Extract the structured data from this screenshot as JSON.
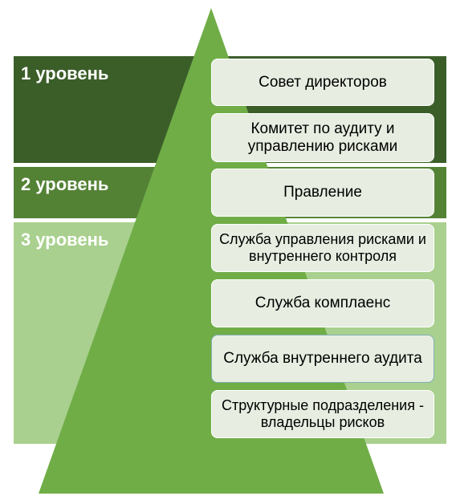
{
  "levels": [
    {
      "label": "1 уровень"
    },
    {
      "label": "2 уровень"
    },
    {
      "label": "3 уровень"
    }
  ],
  "boxes": [
    {
      "label": "Совет директоров"
    },
    {
      "label": "Комитет по аудиту и управлению рисками"
    },
    {
      "label": "Правление"
    },
    {
      "label": "Служба управления рисками и внутреннего контроля"
    },
    {
      "label": "Служба комплаенс"
    },
    {
      "label": "Служба внутреннего аудита"
    },
    {
      "label": "Структурные подразделения - владельцы рисков"
    }
  ],
  "colors": {
    "level_1": "#3b5e29",
    "level_2": "#548235",
    "level_3": "#a9d08e",
    "pyramid": "#70ad47",
    "box_fill": "#e7eee1"
  }
}
